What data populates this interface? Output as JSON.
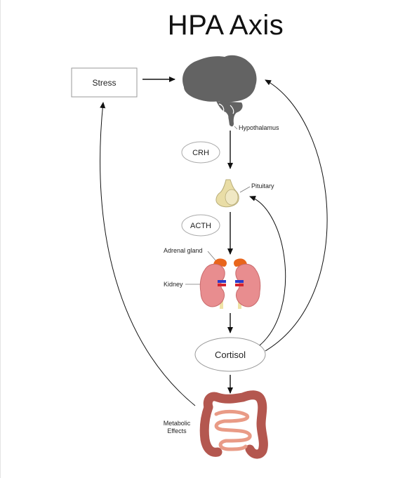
{
  "title": "HPA Axis",
  "nodes": {
    "stress": "Stress",
    "hypothalamus": "Hypothalamus",
    "crh": "CRH",
    "pituitary": "Pituitary",
    "acth": "ACTH",
    "adrenal_gland": "Adrenal gland",
    "kidney": "Kidney",
    "cortisol": "Cortisol",
    "metabolic_line1": "Metabolic",
    "metabolic_line2": "Effects"
  },
  "colors": {
    "brain": "#636363",
    "pituitary": "#e9dda6",
    "adrenal": "#e8651c",
    "kidney": "#e88d8f",
    "intestine": "#b4574f",
    "small_intestine": "#e99b86"
  }
}
